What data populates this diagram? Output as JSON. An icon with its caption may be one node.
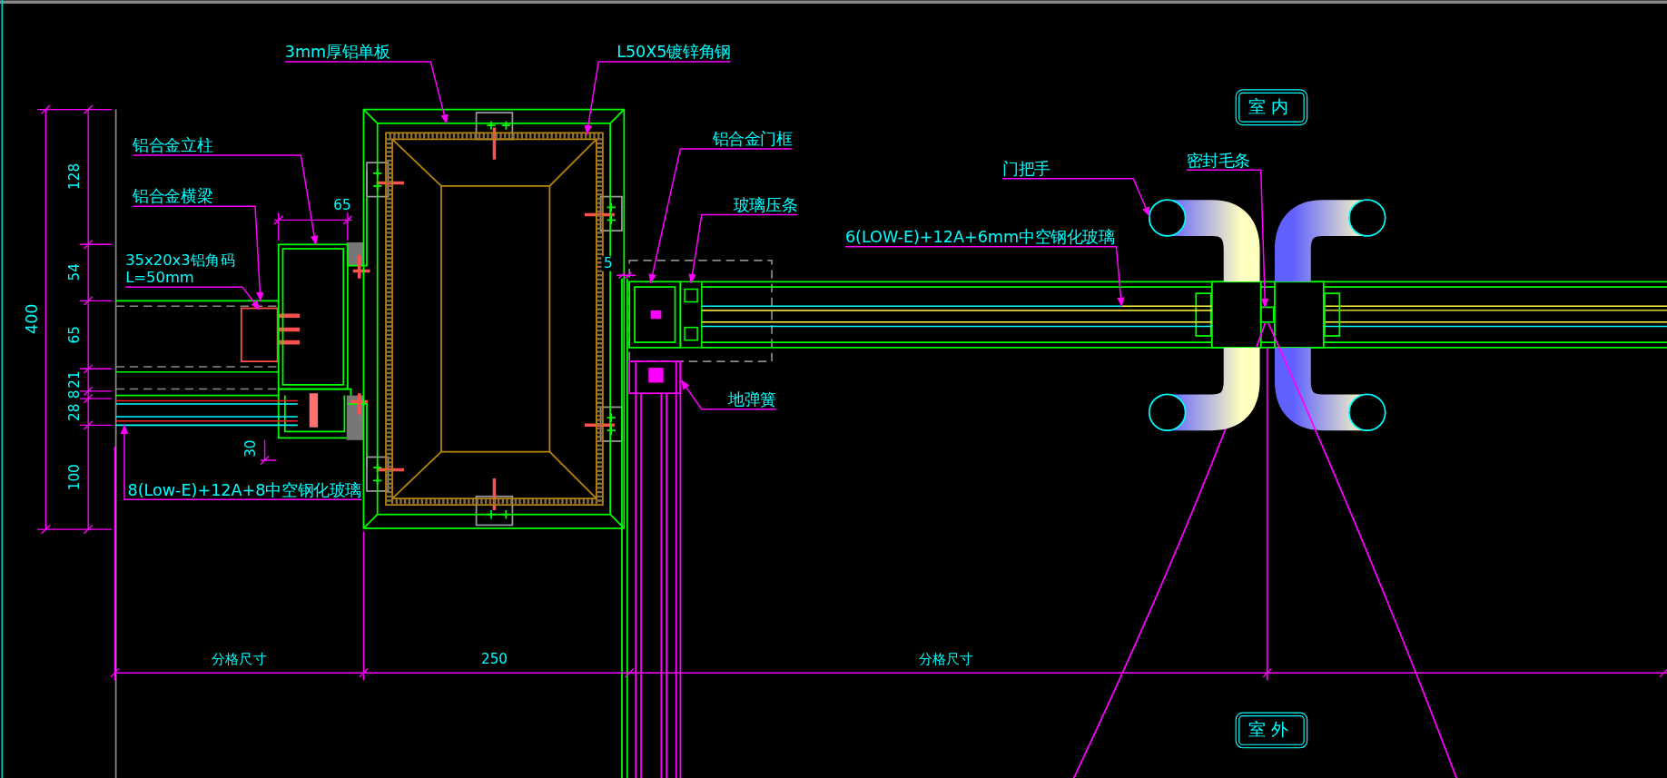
{
  "diagram": {
    "nodes": [
      {
        "text": [
          "3mm厚铝单板"
        ]
      },
      {
        "text": [
          "L50X5镀锌角钢"
        ]
      },
      {
        "text": [
          "室内"
        ]
      },
      {
        "text": [
          "铝合金立柱"
        ]
      },
      {
        "text": [
          "铝合金门框"
        ]
      },
      {
        "text": [
          "门把手"
        ]
      },
      {
        "text": [
          "密封毛条"
        ]
      },
      {
        "text": [
          "铝合金横梁"
        ]
      },
      {
        "text": [
          "玻璃压条"
        ]
      },
      {
        "text": [
          "6(LOW-E)+12A+6mm中空钢化玻璃"
        ]
      },
      {
        "text": [
          "35x20x3铝角码 L=50mm"
        ]
      },
      {
        "text": [
          "地弹簧"
        ]
      },
      {
        "text": [
          "8(Low-E)+12A+8中空钢化玻璃"
        ]
      },
      {
        "text": [
          "室外"
        ]
      },
      {
        "text": [],
        "shape": "picture"
      },
      {
        "text": [],
        "shape": "bar"
      },
      {
        "text": [],
        "shape": "box"
      },
      {
        "text": [],
        "shape": "box",
        "in": 16
      },
      {
        "text": [],
        "shape": "box"
      },
      {
        "text": [],
        "shape": "box"
      },
      {
        "text": [],
        "shape": "bar"
      },
      {
        "text": [],
        "shape": "bar"
      },
      {
        "text": [],
        "shape": "box"
      },
      {
        "text": [],
        "shape": "box",
        "in": 15
      },
      {
        "text": [],
        "shape": "picture"
      },
      {
        "text": [],
        "shape": "bar"
      }
    ],
    "edges": [
      {
        "from": 0,
        "to": 16,
        "arrow": "to"
      },
      {
        "from": 1,
        "to": 17,
        "arrow": "to"
      },
      {
        "from": 3,
        "to": 18,
        "arrow": "to"
      },
      {
        "from": 4,
        "to": 19,
        "arrow": "to"
      },
      {
        "from": 5,
        "to": 14,
        "arrow": "to"
      },
      {
        "from": 6,
        "to": 22,
        "arrow": "to"
      },
      {
        "from": 7,
        "to": 15,
        "arrow": "to"
      },
      {
        "from": 8,
        "to": 20,
        "arrow": "to"
      },
      {
        "from": 9,
        "to": 21,
        "arrow": "to"
      },
      {
        "from": 10,
        "to": 23,
        "arrow": "to"
      },
      {
        "from": 11,
        "to": 24,
        "arrow": "to"
      },
      {
        "from": 12,
        "to": 25,
        "arrow": "to"
      }
    ],
    "labels": [
      "65",
      "400",
      "128",
      "54",
      "65",
      "21",
      "8",
      "28",
      "30",
      "100",
      "5",
      "分格尺寸",
      "250",
      "分格尺寸"
    ]
  }
}
